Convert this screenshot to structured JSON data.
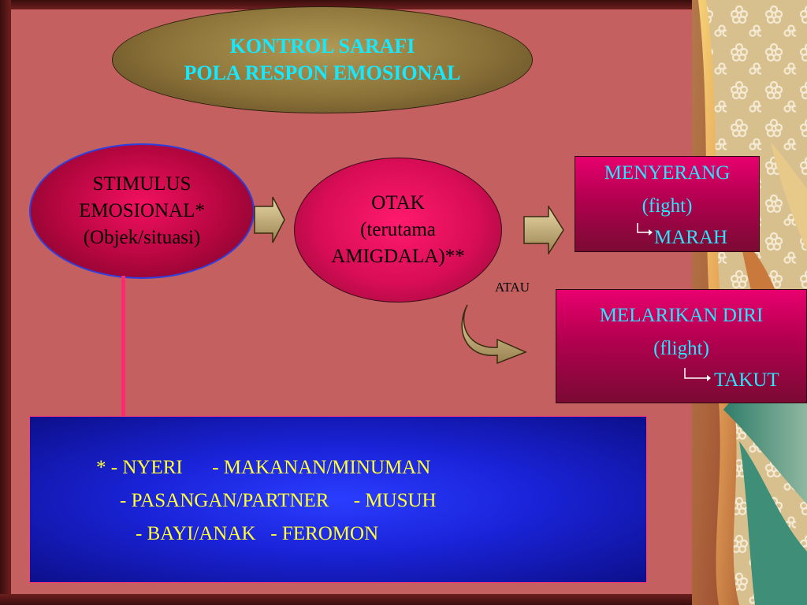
{
  "title": {
    "line1": "KONTROL SARAFI",
    "line2": "POLA RESPON EMOSIONAL"
  },
  "stimulus": {
    "line1": "STIMULUS",
    "line2": "EMOSIONAL*",
    "line3": "(Objek/situasi)"
  },
  "otak": {
    "line1": "OTAK",
    "line2": "(terutama",
    "line3": "AMIGDALA)**"
  },
  "atau": "ATAU",
  "menyerang": {
    "line1": "MENYERANG",
    "line2": "(fight)",
    "line3": "MARAH"
  },
  "melarikan": {
    "line1": "MELARIKAN DIRI",
    "line2": "(flight)",
    "line3": "TAKUT"
  },
  "examples": {
    "line1": "* - NYERI      - MAKANAN/MINUMAN",
    "line2": "- PASANGAN/PARTNER     - MUSUH",
    "line3": "- BAYI/ANAK   - FEROMON"
  },
  "colors": {
    "background": "#c46060",
    "title_text": "#16e8ff",
    "box_text": "#29e6ff",
    "list_text": "#ffff33",
    "connector": "#ff2a6e"
  }
}
